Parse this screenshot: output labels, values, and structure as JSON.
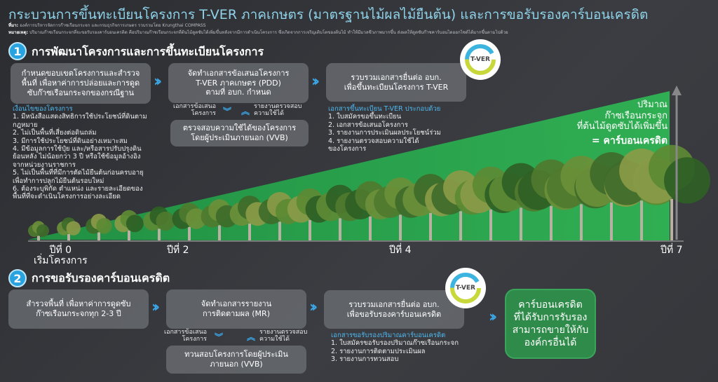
{
  "header": {
    "title": "กระบวนการขึ้นทะเบียนโครงการ T-VER ภาคเกษตร (มาตรฐานไม้ผลไม้ยืนต้น) และการขอรับรองคาร์บอนเครดิต",
    "source_label": "ที่มา:",
    "source": "องค์การบริหารจัดการก๊าซเรือนกระจก และกรมธุรกิจการเกษตร รวบรวมโดย Krungthai COMPASS",
    "note_label": "หมายเหตุ:",
    "note": "ปริมาณก๊าซเรือนกระจกที่จะขอรับรองคาร์บอนเครดิต คือปริมาณก๊าซเรือนกระจกที่ต้นไม้ดูดซับได้เพิ่มขึ้นหลังจากมีการดำเนินโครงการ ซึ่งเกิดจากการเจริญเติบโตของต้นไม้ ทำให้มีมวลชีวภาพมากขึ้น ส่งผลให้ดูดซับก๊าซคาร์บอนไดออกไซด์ได้มากขึ้นตามไปด้วย"
  },
  "section1": {
    "number": "1",
    "title": "การพัฒนาโครงการและการขึ้นทะเบียนโครงการ",
    "step1": "กำหนดขอบเขตโครงการและสำรวจ\nพื้นที่ เพื่อหาค่าการปล่อยและการดูด\nซับก๊าซเรือนกระจกของกรณีฐาน",
    "step2": "จัดทำเอกสารข้อเสนอโครงการ\nT-VER ภาคเกษตร (PDD)\nตามที่ อบก. กำหนด",
    "step3": "รวบรวมเอกสารยื่นต่อ อบก.\nเพื่อขึ้นทะเบียนโครงการ T-VER",
    "down_label": "เอกสารข้อเสนอ\nโครงการ",
    "up_label": "รายงานตรวจสอบ\nความใช้ได้",
    "vvb": "ตรวจสอบความใช้ได้ของโครงการ\nโดยผู้ประเมินภายนอก (VVB)",
    "conditions_title": "เงื่อนไขของโครงการ",
    "conditions": [
      "1. มีหนังสือแสดงสิทธิการใช้ประโยชน์ที่ดินตาม\n   กฎหมาย",
      "2. ไม่เป็นพื้นที่เสี่ยงต่อดินถล่ม",
      "3. มีการใช้ประโยชน์ที่ดินอย่างเหมาะสม",
      "4. มีข้อมูลการใช้ปุ๋ย และ/หรือสารปรับปรุงดิน\n   ย้อนหลัง ไม่น้อยกว่า 3 ปี หรือใช้ข้อมูลอ้างอิง\n   จากหน่วยงานราชการ",
      "5. ไม่เป็นพื้นที่ที่มีการตัดไม้ยืนต้นก่อนครบอายุ\n   เพื่อทำการปลูกไม้ยืนต้นรอบใหม่",
      "6. ต้องระบุพิกัด ตำแหน่ง และรายละเอียดของ\n   พื้นที่ที่จะดำเนินโครงการอย่างละเอียด"
    ],
    "docs_title": "เอกสารขึ้นทะเบียน T-VER ประกอบด้วย",
    "docs": [
      "1. ใบสมัครขอขึ้นทะเบียน",
      "2. เอกสารข้อเสนอโครงการ",
      "3. รายงานการประเมินผลประโยชน์ร่วม",
      "4. รายงานตรวจสอบความใช้ได้\n   ของโครงการ"
    ]
  },
  "logo_text": "T-VER",
  "growth": {
    "text": "ปริมาณ\nก๊าซเรือนกระจก\nที่ต้นไม้ดูดซับได้เพิ่มขึ้น",
    "result": "= คาร์บอนเครดิต",
    "years": [
      "ปีที่ 0\nเริ่มโครงการ",
      "ปีที่ 2",
      "ปีที่ 4",
      "ปีที่ 7"
    ]
  },
  "section2": {
    "number": "2",
    "title": "การขอรับรองคาร์บอนเครดิต",
    "step1": "สำรวจพื้นที่ เพื่อหาค่าการดูดซับ\nก๊าซเรือนกระจกทุก 2-3 ปี",
    "step2": "จัดทำเอกสารรายงาน\nการติดตามผล (MR)",
    "step3": "รวบรวมเอกสารยื่นต่อ อบก.\nเพื่อขอรับรองคาร์บอนเครดิต",
    "down_label": "เอกสารข้อเสนอ\nโครงการ",
    "up_label": "รายงานตรวจสอบ\nความใช้ได้",
    "vvb": "ทวนสอบโครงการโดยผู้ประเมิน\nภายนอก (VVB)",
    "docs_title": "เอกสารขอรับรองปริมาณคาร์บอนเครดิต",
    "docs": [
      "1. ใบสมัครขอรับรองปริมาณก๊าซเรือนกระจก",
      "2. รายงานการติดตามประเมินผล",
      "3. รายงานการทวนสอบ"
    ],
    "final": "คาร์บอนเครดิต\nที่ได้รับการรับรอง\nสามารถขายให้กับ\nองค์กรอื่นได้"
  },
  "colors": {
    "accent": "#3ba6e6",
    "green": "#2f8b4a",
    "title": "#8fd3ea"
  }
}
